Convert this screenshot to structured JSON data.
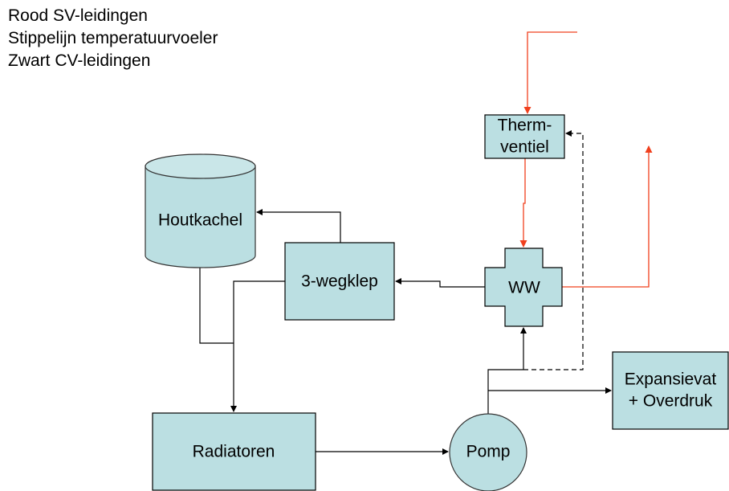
{
  "legend": {
    "lines": [
      "Rood SV-leidingen",
      "Stippelijn temperatuurvoeler",
      "Zwart CV-leidingen"
    ]
  },
  "colors": {
    "fill": "#bbdfe2",
    "stroke": "#000000",
    "sv_pipe": "#f0401e",
    "cv_pipe": "#000000"
  },
  "nodes": {
    "houtkachel": {
      "label": "Houtkachel",
      "shape": "cylinder"
    },
    "driewegklep": {
      "label": "3-wegklep",
      "shape": "rectangle"
    },
    "thermventiel": {
      "label_line1": "Therm-",
      "label_line2": "ventiel",
      "shape": "rectangle"
    },
    "ww": {
      "label": "WW",
      "shape": "cross"
    },
    "radiatoren": {
      "label": "Radiatoren",
      "shape": "rectangle"
    },
    "pomp": {
      "label": "Pomp",
      "shape": "circle"
    },
    "expansievat": {
      "label_line1": "Expansievat",
      "label_line2": "+ Overdruk",
      "shape": "rectangle"
    }
  },
  "connections": [
    {
      "from": "sv-supply",
      "to": "thermventiel",
      "type": "sv"
    },
    {
      "from": "thermventiel",
      "to": "ww",
      "type": "sv"
    },
    {
      "from": "ww",
      "to": "sv-outlet",
      "type": "sv"
    },
    {
      "from": "ww",
      "to": "driewegklep",
      "type": "cv"
    },
    {
      "from": "driewegklep",
      "to": "houtkachel",
      "type": "cv"
    },
    {
      "from": "driewegklep",
      "to": "radiatoren",
      "type": "cv"
    },
    {
      "from": "houtkachel",
      "to": "radiatoren",
      "type": "cv"
    },
    {
      "from": "radiatoren",
      "to": "pomp",
      "type": "cv"
    },
    {
      "from": "pomp",
      "to": "ww",
      "type": "cv"
    },
    {
      "from": "pomp",
      "to": "expansievat",
      "type": "cv"
    },
    {
      "from": "pomp-line",
      "to": "thermventiel",
      "type": "sensor"
    }
  ]
}
